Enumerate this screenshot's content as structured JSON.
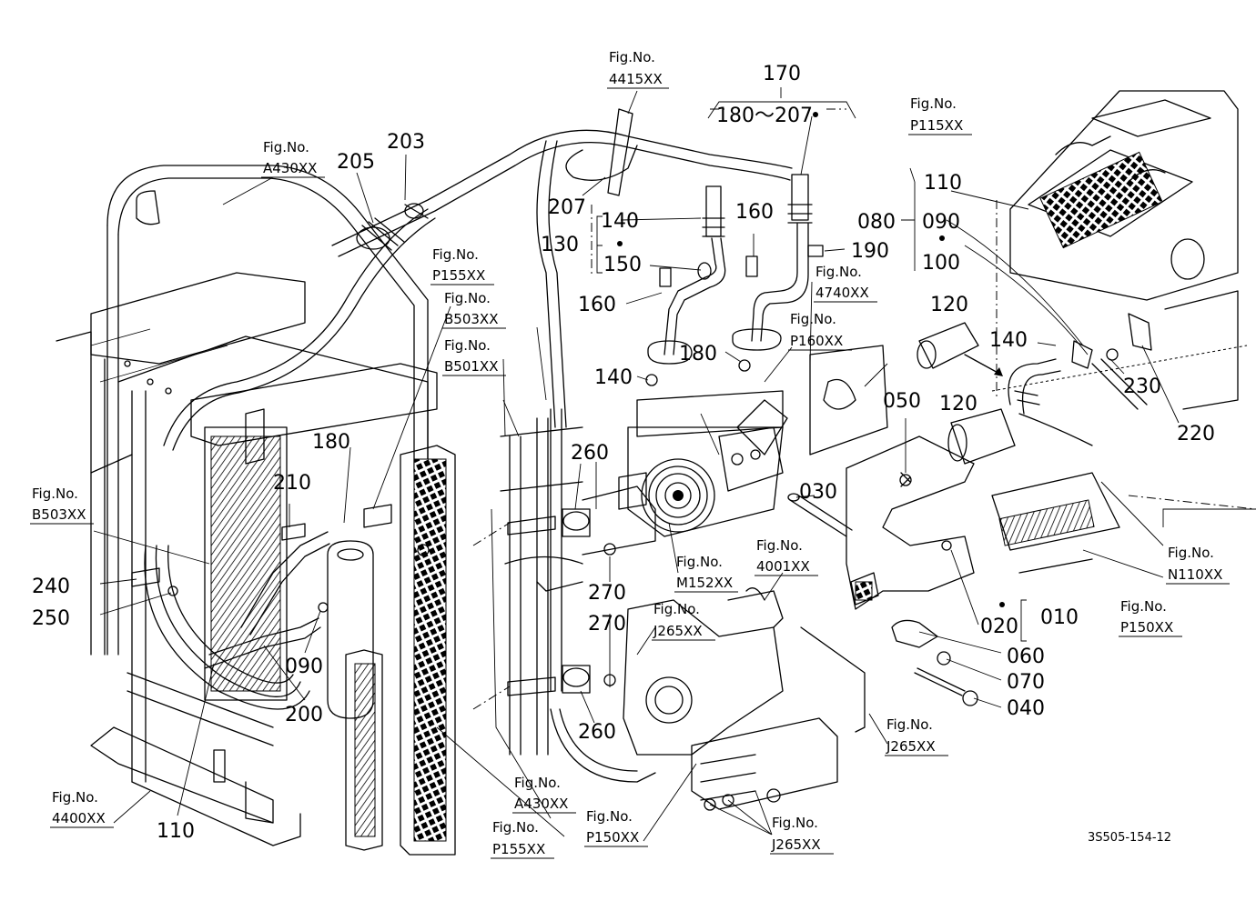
{
  "parts": [
    {
      "id": "p170",
      "label": "170"
    },
    {
      "id": "p180_207",
      "label": "180～207"
    },
    {
      "id": "p205",
      "label": "205"
    },
    {
      "id": "p203",
      "label": "203"
    },
    {
      "id": "p207",
      "label": "207"
    },
    {
      "id": "p140a",
      "label": "140"
    },
    {
      "id": "p130",
      "label": "130"
    },
    {
      "id": "p150",
      "label": "150"
    },
    {
      "id": "p160a",
      "label": "160"
    },
    {
      "id": "p160b",
      "label": "160"
    },
    {
      "id": "p190",
      "label": "190"
    },
    {
      "id": "p080",
      "label": "080"
    },
    {
      "id": "p110a",
      "label": "110"
    },
    {
      "id": "p090a",
      "label": "090"
    },
    {
      "id": "p100",
      "label": "100"
    },
    {
      "id": "p120a",
      "label": "120"
    },
    {
      "id": "p140b",
      "label": "140"
    },
    {
      "id": "p140c",
      "label": "140"
    },
    {
      "id": "p180a",
      "label": "180"
    },
    {
      "id": "p230",
      "label": "230"
    },
    {
      "id": "p120b",
      "label": "120"
    },
    {
      "id": "p220",
      "label": "220"
    },
    {
      "id": "p050",
      "label": "050"
    },
    {
      "id": "p180b",
      "label": "180"
    },
    {
      "id": "p210",
      "label": "210"
    },
    {
      "id": "p260a",
      "label": "260"
    },
    {
      "id": "p030",
      "label": "030"
    },
    {
      "id": "p240",
      "label": "240"
    },
    {
      "id": "p250",
      "label": "250"
    },
    {
      "id": "p270a",
      "label": "270"
    },
    {
      "id": "p270b",
      "label": "270"
    },
    {
      "id": "p020",
      "label": "020"
    },
    {
      "id": "p010",
      "label": "010"
    },
    {
      "id": "p060",
      "label": "060"
    },
    {
      "id": "p070",
      "label": "070"
    },
    {
      "id": "p040",
      "label": "040"
    },
    {
      "id": "p090b",
      "label": "090"
    },
    {
      "id": "p200",
      "label": "200"
    },
    {
      "id": "p260b",
      "label": "260"
    },
    {
      "id": "p110b",
      "label": "110"
    }
  ],
  "figure_refs": [
    {
      "id": "f4415",
      "title": "Fig.No.",
      "code": "4415XX"
    },
    {
      "id": "fP115a",
      "title": "Fig.No.",
      "code": "P115XX"
    },
    {
      "id": "fA430a",
      "title": "Fig.No.",
      "code": "A430XX"
    },
    {
      "id": "fP155a",
      "title": "Fig.No.",
      "code": "P155XX"
    },
    {
      "id": "fB503a",
      "title": "Fig.No.",
      "code": "B503XX"
    },
    {
      "id": "fB501",
      "title": "Fig.No.",
      "code": "B501XX"
    },
    {
      "id": "f4740",
      "title": "Fig.No.",
      "code": "4740XX"
    },
    {
      "id": "fP160",
      "title": "Fig.No.",
      "code": "P160XX"
    },
    {
      "id": "fB503b",
      "title": "Fig.No.",
      "code": "B503XX"
    },
    {
      "id": "fM152",
      "title": "Fig.No.",
      "code": "M152XX"
    },
    {
      "id": "f4001",
      "title": "Fig.No.",
      "code": "4001XX"
    },
    {
      "id": "fN110",
      "title": "Fig.No.",
      "code": "N110XX"
    },
    {
      "id": "fP150a",
      "title": "Fig.No.",
      "code": "P150XX"
    },
    {
      "id": "fJ265a",
      "title": "Fig.No.",
      "code": "J265XX"
    },
    {
      "id": "fJ265b",
      "title": "Fig.No.",
      "code": "J265XX"
    },
    {
      "id": "fA430b",
      "title": "Fig.No.",
      "code": "A430XX"
    },
    {
      "id": "f4400",
      "title": "Fig.No.",
      "code": "4400XX"
    },
    {
      "id": "fP155b",
      "title": "Fig.No.",
      "code": "P155XX"
    },
    {
      "id": "fP150b",
      "title": "Fig.No.",
      "code": "P150XX"
    },
    {
      "id": "fJ265c",
      "title": "Fig.No.",
      "code": "J265XX"
    }
  ],
  "drawing_code": "3S505-154-12"
}
